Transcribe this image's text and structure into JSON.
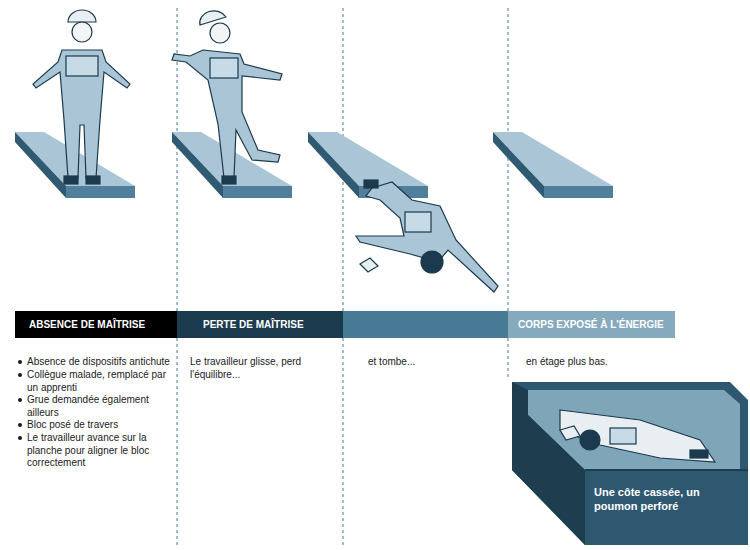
{
  "diagram": {
    "nodes": [
      {
        "text": [
          "ABSENCE DE MAÎTRISE"
        ]
      },
      {
        "text": [
          "PERTE DE MAÎTRISE"
        ]
      },
      {
        "text": [
          "CORPS EXPOSÉ À L'ÉNERGIE"
        ]
      },
      {
        "text": [
          "Une côte cassée, un poumon perforé"
        ]
      }
    ],
    "labels": [
      "Absence de dispositifs antichute",
      "Collègue malade, remplacé par un apprenti",
      "Grue demandée également ailleurs",
      "Bloc posé de travers",
      "Le travailleur avance sur la planche pour aligner le bloc correctement",
      "Le travailleur glisse, perd l'équilibre...",
      "et tombe...",
      "en étage plus bas."
    ]
  }
}
